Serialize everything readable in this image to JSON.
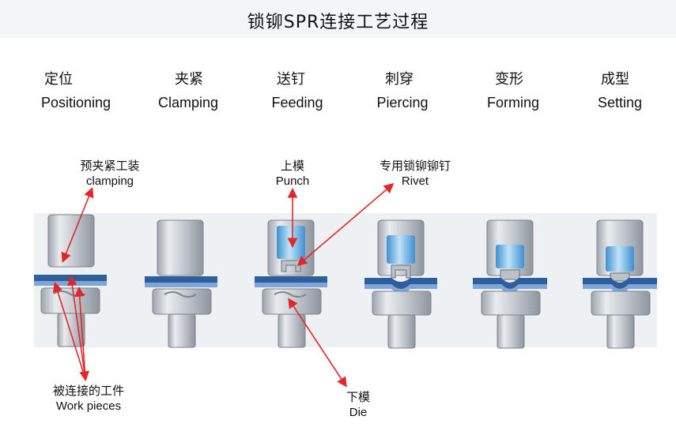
{
  "title": "锁铆SPR连接工艺过程",
  "steps": [
    {
      "cn": "定位",
      "en": "Positioning"
    },
    {
      "cn": "夹紧",
      "en": "Clamping"
    },
    {
      "cn": "送钉",
      "en": "Feeding"
    },
    {
      "cn": "刺穿",
      "en": "Piercing"
    },
    {
      "cn": "变形",
      "en": "Forming"
    },
    {
      "cn": "成型",
      "en": "Setting"
    }
  ],
  "labels": {
    "clamping_cn": "预夹紧工装",
    "clamping_en": "clamping",
    "punch_cn": "上模",
    "punch_en": "Punch",
    "rivet_cn": "专用锁铆铆钉",
    "rivet_en": "Rivet",
    "workpieces_cn": "被连接的工件",
    "workpieces_en": "Work pieces",
    "die_cn": "下模",
    "die_en": "Die"
  },
  "colors": {
    "title_bg": "#f3f5f7",
    "panel_bg": "#eef1f4",
    "sheet_blue": "#2f5e9c",
    "rivet_blue": "#6fb6e6",
    "steel": "#c9ced4",
    "arrow_red": "#e3262a"
  }
}
